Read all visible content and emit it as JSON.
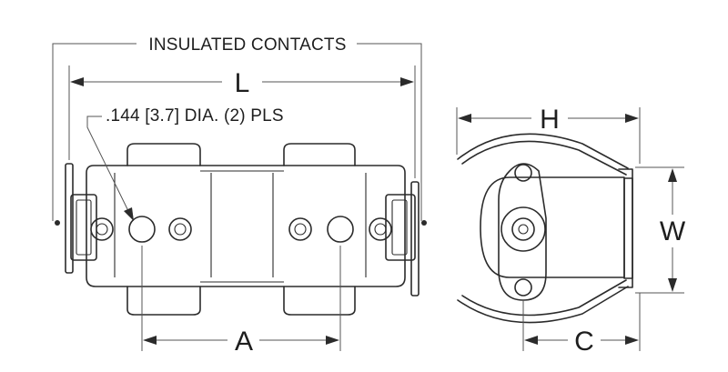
{
  "labels": {
    "insulated_contacts": "INSULATED CONTACTS",
    "length": "L",
    "hole_dia": ".144 [3.7] DIA. (2) PLS",
    "spacing": "A",
    "height": "H",
    "width": "W",
    "clearance": "C"
  },
  "colors": {
    "line": "#2b2b2b",
    "dimension": "#555555",
    "background": "#ffffff"
  }
}
